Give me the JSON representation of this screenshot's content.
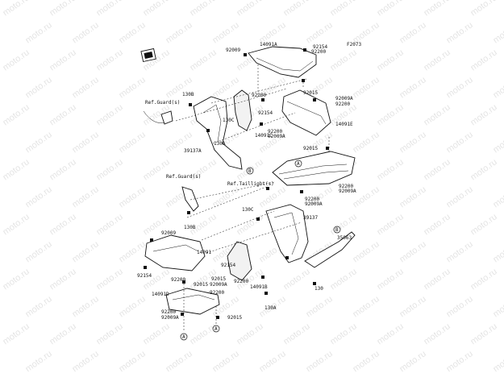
{
  "diagram": {
    "code": "F2073",
    "watermark": "moto.ru",
    "refs": [
      {
        "id": "ref-guard-upper",
        "text": "Ref.Guard(s)"
      },
      {
        "id": "ref-guard-lower",
        "text": "Ref.Guard(s)"
      },
      {
        "id": "ref-taillight",
        "text": "Ref.Taillight(s)"
      }
    ],
    "circle_marks": [
      "A",
      "B",
      "B",
      "A",
      "A"
    ],
    "parts": [
      "92009",
      "14091A",
      "92154",
      "92200",
      "92200",
      "92154",
      "92015",
      "92009A",
      "92200",
      "14091C",
      "92200",
      "92009A",
      "14091E",
      "92015",
      "130B",
      "130C",
      "130A",
      "39137A",
      "92200",
      "92009A",
      "92200",
      "92009A",
      "130C",
      "39137",
      "92009",
      "130B",
      "35063",
      "14091",
      "92154",
      "92200",
      "14091B",
      "92154",
      "92200",
      "92009A",
      "92015",
      "92200",
      "130",
      "14091D",
      "92015",
      "130A",
      "92200",
      "92009A",
      "92015"
    ]
  }
}
